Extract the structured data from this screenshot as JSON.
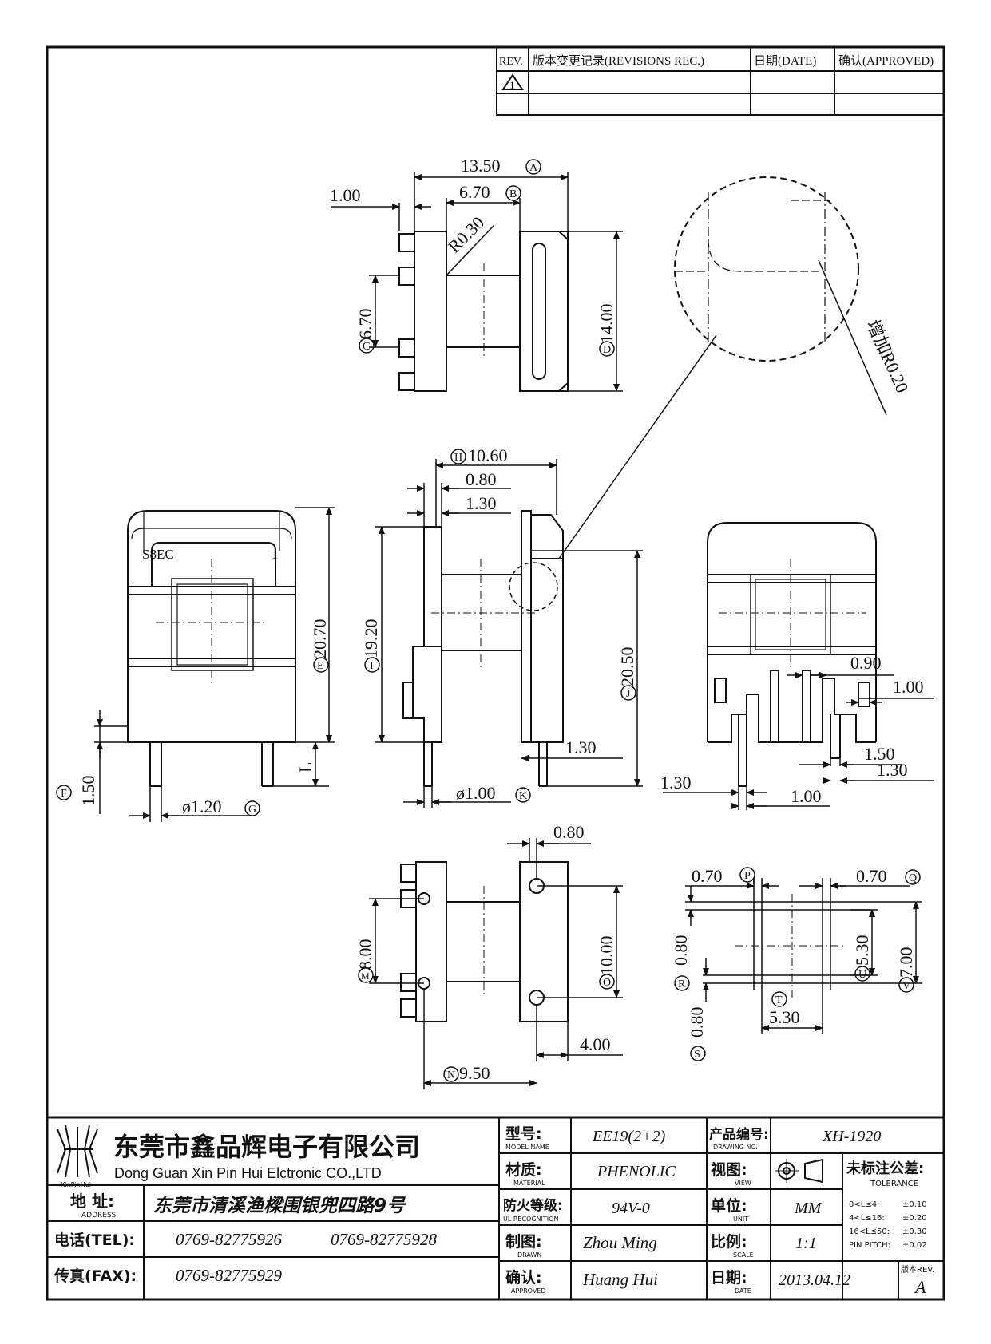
{
  "revision_block": {
    "headers": [
      "REV.",
      "版本变更记录(REVISIONS REC.)",
      "日期(DATE)",
      "确认(APPROVED)"
    ],
    "rev_symbol": "1"
  },
  "top_view": {
    "dim_a": "13.50",
    "dim_a_tag": "A",
    "dim_b": "6.70",
    "dim_b_tag": "B",
    "dim_left": "1.00",
    "radius": "R0.30",
    "dim_c": "6.70",
    "dim_c_tag": "C",
    "dim_d": "14.00",
    "dim_d_tag": "D"
  },
  "detail_view": {
    "note": "增加R0.20"
  },
  "front_view": {
    "mark_text": "S8EC",
    "pin_mark": "1",
    "dim_e": "20.70",
    "dim_e_tag": "E",
    "dim_l": "L",
    "dim_f": "1.50",
    "dim_f_tag": "F",
    "dim_g": "ø1.20",
    "dim_g_tag": "G"
  },
  "side_view": {
    "dim_h": "10.60",
    "dim_h_tag": "H",
    "dim_1": "0.80",
    "dim_2": "1.30",
    "dim_i": "19.20",
    "dim_i_tag": "I",
    "dim_j": "20.50",
    "dim_j_tag": "J",
    "dim_3": "1.30",
    "dim_k": "ø1.00",
    "dim_k_tag": "K"
  },
  "rear_view": {
    "dim_1": "0.90",
    "dim_2": "1.00",
    "dim_3": "1.50",
    "dim_4": "1.30",
    "dim_5": "1.30",
    "dim_6": "1.00"
  },
  "bottom_view": {
    "dim_top": "0.80",
    "dim_m": "8.00",
    "dim_m_tag": "M",
    "dim_o": "10.00",
    "dim_o_tag": "O",
    "dim_right": "4.00",
    "dim_n": "9.50",
    "dim_n_tag": "N"
  },
  "pcb_view": {
    "dim_p": "0.70",
    "dim_p_tag": "P",
    "dim_q": "0.70",
    "dim_q_tag": "Q",
    "dim_r": "0.80",
    "dim_r_tag": "R",
    "dim_u": "5.30",
    "dim_u_tag": "U",
    "dim_v": "7.00",
    "dim_v_tag": "V",
    "dim_t_tag": "T",
    "dim_t": "5.30",
    "dim_s": "0.80",
    "dim_s_tag": "S"
  },
  "title_block": {
    "logo_text": "XinPinHui",
    "company_cn": "东莞市鑫品辉电子有限公司",
    "company_en": "Dong Guan Xin Pin Hui Elctronic CO.,LTD",
    "address_label": "地  址:",
    "address_label_en": "ADDRESS",
    "address": "东莞市清溪渔樑围银兜四路9号",
    "tel_label": "电话(TEL):",
    "tel_1": "0769-82775926",
    "tel_2": "0769-82775928",
    "fax_label": "传真(FAX):",
    "fax": "0769-82775929",
    "model_label": "型号:",
    "model_label_en": "MODEL NAME",
    "model": "EE19(2+2)",
    "material_label": "材质:",
    "material_label_en": "MATERIAL",
    "material": "PHENOLIC",
    "ul_label": "防火等级:",
    "ul_label_en": "UL RECOGNITION",
    "ul": "94V-0",
    "drawn_label": "制图:",
    "drawn_label_en": "DRAWN",
    "drawn": "Zhou Ming",
    "approved_label": "确认:",
    "approved_label_en": "APPROVED",
    "approved": "Huang Hui",
    "drawing_no_label": "产品编号:",
    "drawing_no_label_en": "DRAWING NO.",
    "drawing_no": "XH-1920",
    "view_label": "视图:",
    "view_label_en": "VIEW",
    "unit_label": "单位:",
    "unit_label_en": "UNIT",
    "unit": "MM",
    "scale_label": "比例:",
    "scale_label_en": "SCALE",
    "scale": "1:1",
    "date_label": "日期:",
    "date_label_en": "DATE",
    "date": "2013.04.12",
    "tolerance_label": "未标注公差:",
    "tolerance_label_en": "TOLERANCE",
    "tolerances": [
      {
        "range": "0<L≤4:",
        "value": "±0.10"
      },
      {
        "range": "4<L≤16:",
        "value": "±0.20"
      },
      {
        "range": "16<L≤50:",
        "value": "±0.30"
      },
      {
        "range": "PIN PITCH:",
        "value": "±0.02"
      }
    ],
    "rev_label": "版本REV.",
    "rev": "A"
  }
}
